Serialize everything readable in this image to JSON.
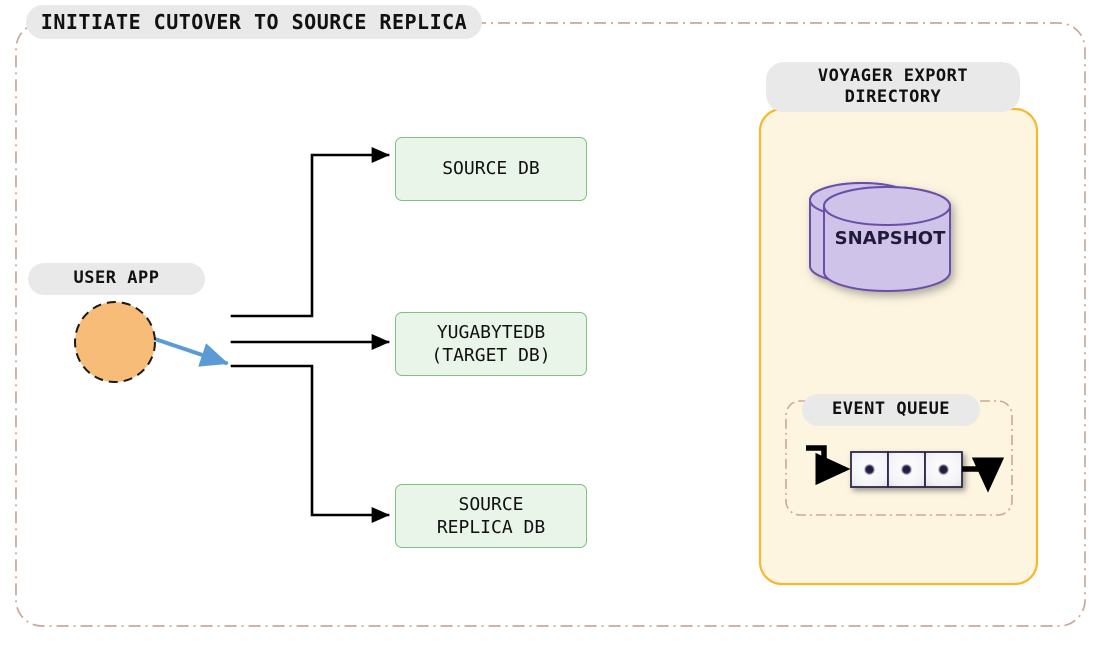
{
  "diagram": {
    "outer_group": {
      "title": "INITIATE CUTOVER TO SOURCE REPLICA",
      "border_color": "#c9a99a",
      "border_style": "dash-dot"
    },
    "user_app": {
      "label": "USER APP",
      "shape": "circle",
      "fill_color": "#f7bc77",
      "stroke_color": "#1a1a1a",
      "stroke_style": "dashed"
    },
    "databases": [
      {
        "name": "source-db",
        "label": "SOURCE DB",
        "fill_color": "#e9f5e9",
        "stroke_color": "#7fc27f"
      },
      {
        "name": "target-db",
        "label": "YUGABYTEDB\n(TARGET DB)",
        "fill_color": "#e9f5e9",
        "stroke_color": "#7fc27f"
      },
      {
        "name": "source-replica-db",
        "label": "SOURCE\nREPLICA DB",
        "fill_color": "#e9f5e9",
        "stroke_color": "#7fc27f"
      }
    ],
    "voyager_export_directory": {
      "title": "VOYAGER EXPORT\nDIRECTORY",
      "fill_color": "#fdf5df",
      "stroke_color": "#f5b830",
      "snapshot": {
        "label": "SNAPSHOT",
        "shape": "cylinder",
        "fill_color": "#cfc3ea",
        "stroke_color": "#6b4fa8"
      },
      "event_queue": {
        "title": "EVENT QUEUE",
        "border_color": "#c9a99a",
        "border_style": "dash-dot",
        "cell_count": 3,
        "cell_fill_color": "#f4f4f8",
        "cell_stroke_color": "#2a2a4a"
      }
    },
    "connections": [
      {
        "name": "user-app-to-target-db",
        "from": "user-app",
        "to": "target-db",
        "color": "#5b9bd5",
        "style": "solid-arrow",
        "active": true
      },
      {
        "name": "bus-to-source-db",
        "from": "connection-bus",
        "to": "source-db",
        "color": "#000000",
        "style": "orthogonal-arrow"
      },
      {
        "name": "bus-to-target-db",
        "from": "connection-bus",
        "to": "target-db",
        "color": "#000000",
        "style": "straight-arrow"
      },
      {
        "name": "bus-to-source-replica-db",
        "from": "connection-bus",
        "to": "source-replica-db",
        "color": "#000000",
        "style": "orthogonal-arrow"
      },
      {
        "name": "event-queue-in",
        "from": "queue-input",
        "to": "event-queue",
        "color": "#000000",
        "style": "orthogonal-arrow"
      },
      {
        "name": "event-queue-out",
        "from": "event-queue",
        "to": "queue-output",
        "color": "#000000",
        "style": "orthogonal-arrow"
      }
    ]
  }
}
